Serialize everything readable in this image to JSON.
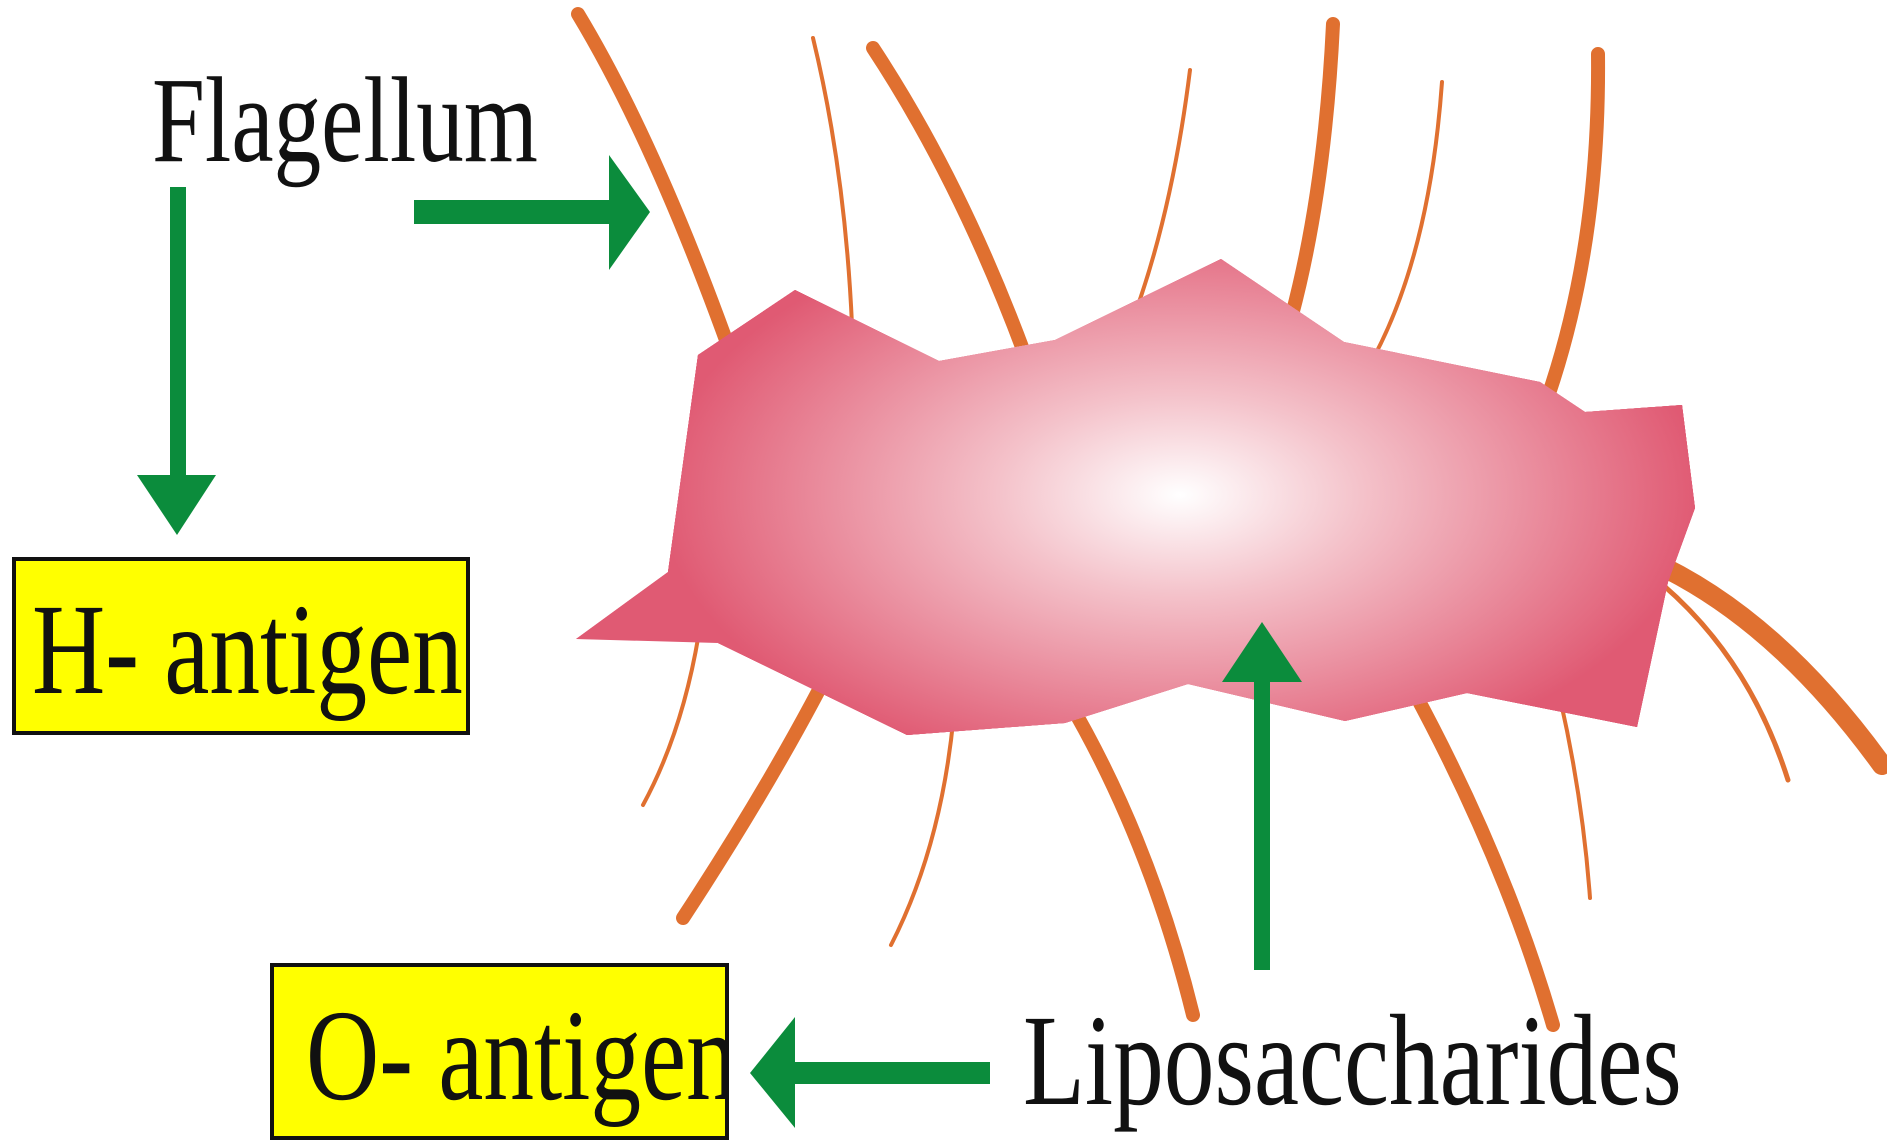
{
  "labels": {
    "flagellum": "Flagellum",
    "h_antigen": "H- antigen",
    "o_antigen": "O- antigen",
    "liposaccharides": "Liposaccharides"
  },
  "colors": {
    "flagella": "#e07030",
    "arrows": "#0b8c3c",
    "box_fill": "#ffff00",
    "cell_edge": "#e05a73",
    "cell_center": "#ffffff"
  }
}
